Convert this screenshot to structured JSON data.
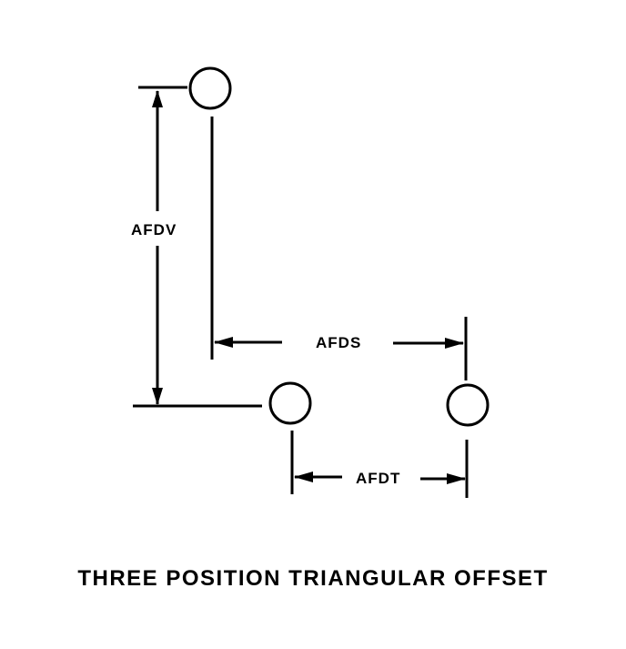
{
  "diagram": {
    "caption": "THREE POSITION TRIANGULAR OFFSET",
    "labels": {
      "afdv": "AFDV",
      "afds": "AFDS",
      "afdt": "AFDT"
    }
  }
}
